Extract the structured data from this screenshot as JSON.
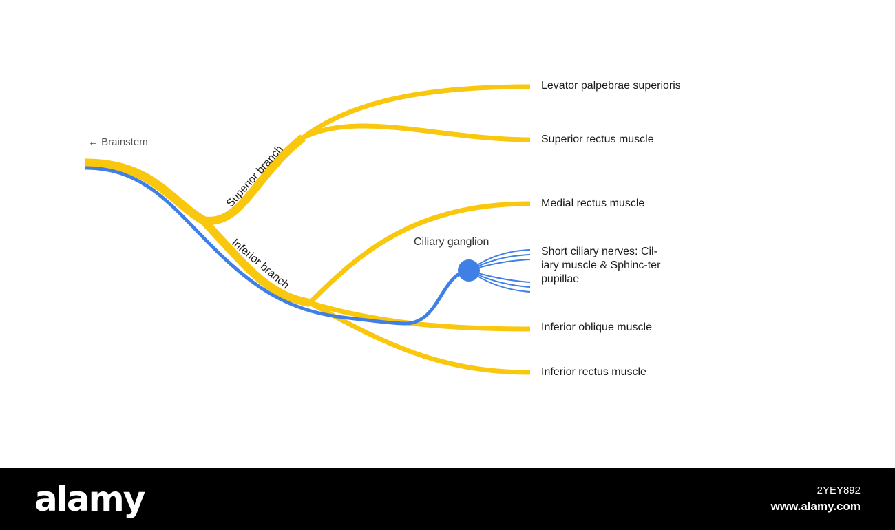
{
  "colors": {
    "nerve": "#f9c80e",
    "parasympathetic": "#3f7fe6",
    "text": "#1b1b1b",
    "footer_bg": "#000000"
  },
  "diagram": {
    "origin_label": "← Brainstem",
    "branches": {
      "superior": "Superior branch",
      "inferior": "Inferior branch"
    },
    "ganglion": "Ciliary ganglion",
    "targets": {
      "levator": "Levator palpebrae superioris",
      "superior_rectus": "Superior rectus muscle",
      "medial_rectus": "Medial rectus muscle",
      "short_ciliary": "Short ciliary nerves: Cil-iary muscle & Sphinc-ter pupillae",
      "inferior_oblique": "Inferior oblique muscle",
      "inferior_rectus": "Inferior rectus muscle"
    }
  },
  "footer": {
    "logo": "alamy",
    "image_id": "2YEY892",
    "site": "www.alamy.com"
  }
}
